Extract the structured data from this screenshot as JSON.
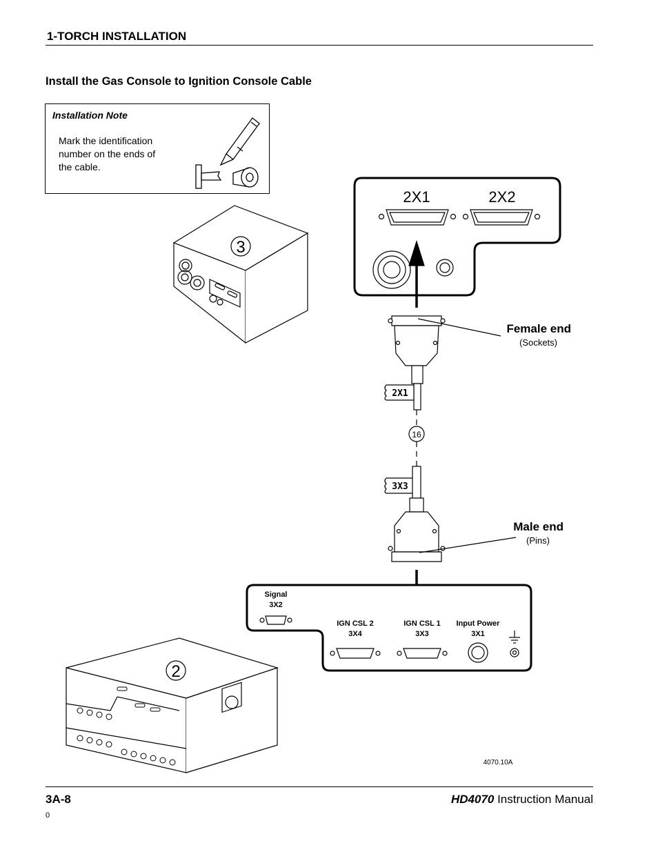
{
  "header": {
    "section_title": "1-TORCH INSTALLATION"
  },
  "subheading": "Install the Gas Console to Ignition Console Cable",
  "note": {
    "title": "Installation Note",
    "lines": [
      "Mark the identification",
      "number on the ends of",
      "the cable."
    ]
  },
  "diagram": {
    "gas_console_number": "3",
    "ignition_console_number": "2",
    "gas_console_ports": [
      "2X1",
      "2X2"
    ],
    "female_end": {
      "label": "Female end",
      "sub": "(Sockets)"
    },
    "male_end": {
      "label": "Male end",
      "sub": "(Pins)"
    },
    "cable_tag_top": "2X1",
    "cable_tag_bottom": "3X3",
    "cable_number": "16",
    "ignition_panel": {
      "signal": [
        "Signal",
        "3X2"
      ],
      "ign_csl2": [
        "IGN CSL 2",
        "3X4"
      ],
      "ign_csl1": [
        "IGN CSL 1",
        "3X3"
      ],
      "input_power": [
        "Input Power",
        "3X1"
      ]
    },
    "figure_id": "4070.10A"
  },
  "footer": {
    "page_number": "3A-8",
    "model": "HD4070",
    "manual_text": " Instruction Manual",
    "revision": "0"
  }
}
